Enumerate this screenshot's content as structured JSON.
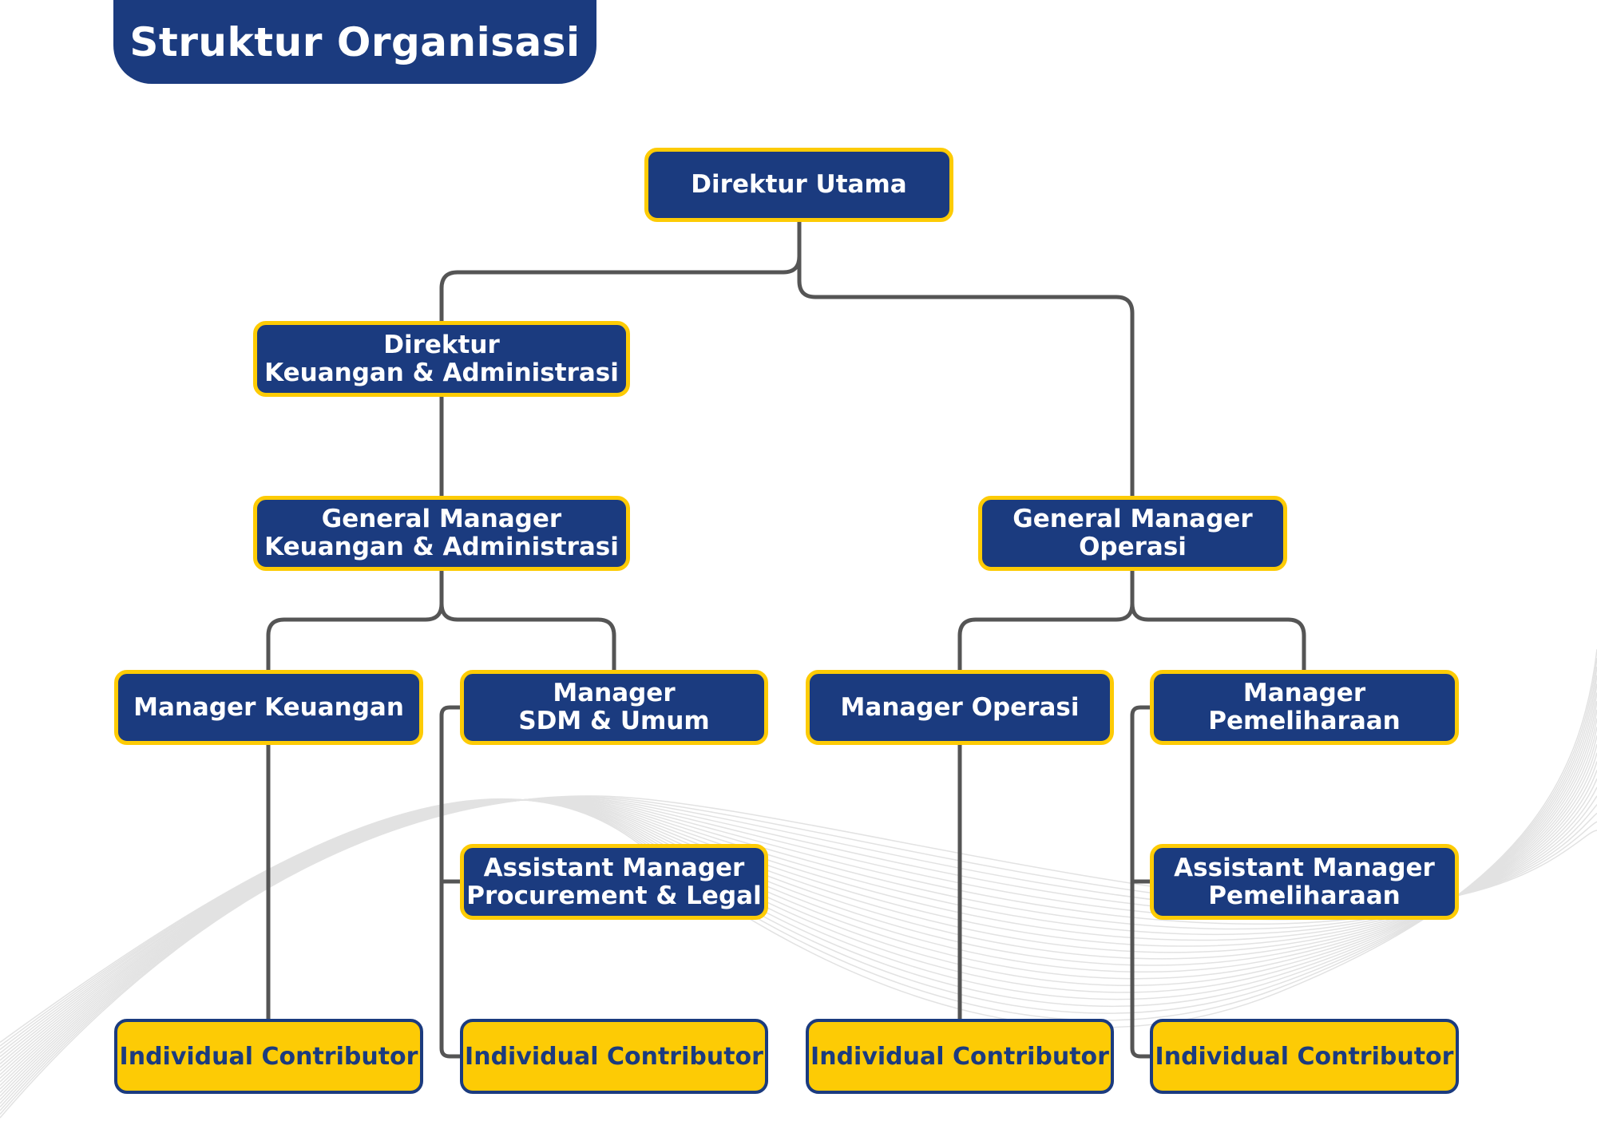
{
  "title": "Struktur Organisasi",
  "colors": {
    "navy": "#1b3b7f",
    "yellow": "#fdcb05",
    "connector": "#555555"
  },
  "nodes": {
    "direktur_utama": [
      "Direktur Utama"
    ],
    "direktur_keuangan": [
      "Direktur",
      "Keuangan & Administrasi"
    ],
    "gm_keuangan": [
      "General Manager",
      "Keuangan & Administrasi"
    ],
    "gm_operasi": [
      "General Manager",
      "Operasi"
    ],
    "manager_keuangan": [
      "Manager Keuangan"
    ],
    "manager_sdm": [
      "Manager",
      "SDM & Umum"
    ],
    "manager_operasi": [
      "Manager Operasi"
    ],
    "manager_pemeliharaan": [
      "Manager",
      "Pemeliharaan"
    ],
    "asst_procurement": [
      "Assistant Manager",
      "Procurement & Legal"
    ],
    "asst_pemeliharaan": [
      "Assistant Manager",
      "Pemeliharaan"
    ],
    "ic_1": [
      "Individual Contributor"
    ],
    "ic_2": [
      "Individual Contributor"
    ],
    "ic_3": [
      "Individual Contributor"
    ],
    "ic_4": [
      "Individual Contributor"
    ]
  }
}
